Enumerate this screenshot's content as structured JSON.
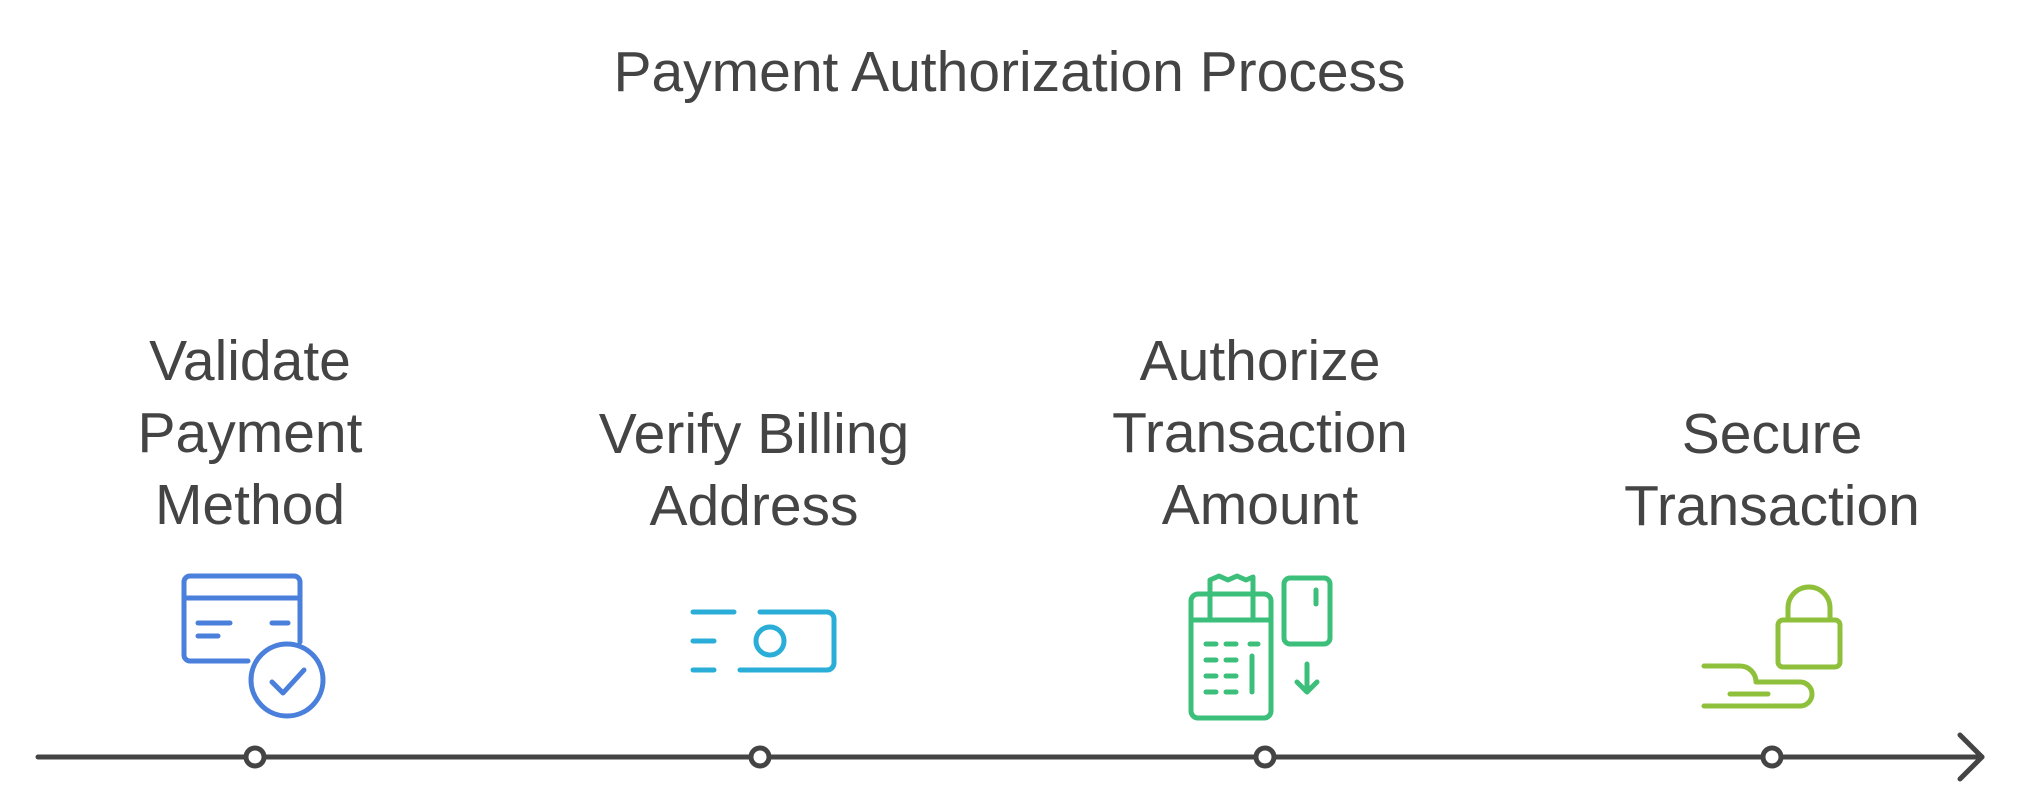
{
  "title": "Payment Authorization Process",
  "steps": [
    {
      "label": "Validate\nPayment\nMethod",
      "icon": "card-check-icon",
      "color": "#4a7fdb"
    },
    {
      "label": "Verify Billing\nAddress",
      "icon": "cash-speed-icon",
      "color": "#2aaed8"
    },
    {
      "label": "Authorize\nTransaction\nAmount",
      "icon": "pos-terminal-icon",
      "color": "#3cbf7a"
    },
    {
      "label": "Secure\nTransaction",
      "icon": "hand-lock-icon",
      "color": "#8fc03b"
    }
  ],
  "colors": {
    "text": "#444444",
    "timeline": "#444444"
  }
}
